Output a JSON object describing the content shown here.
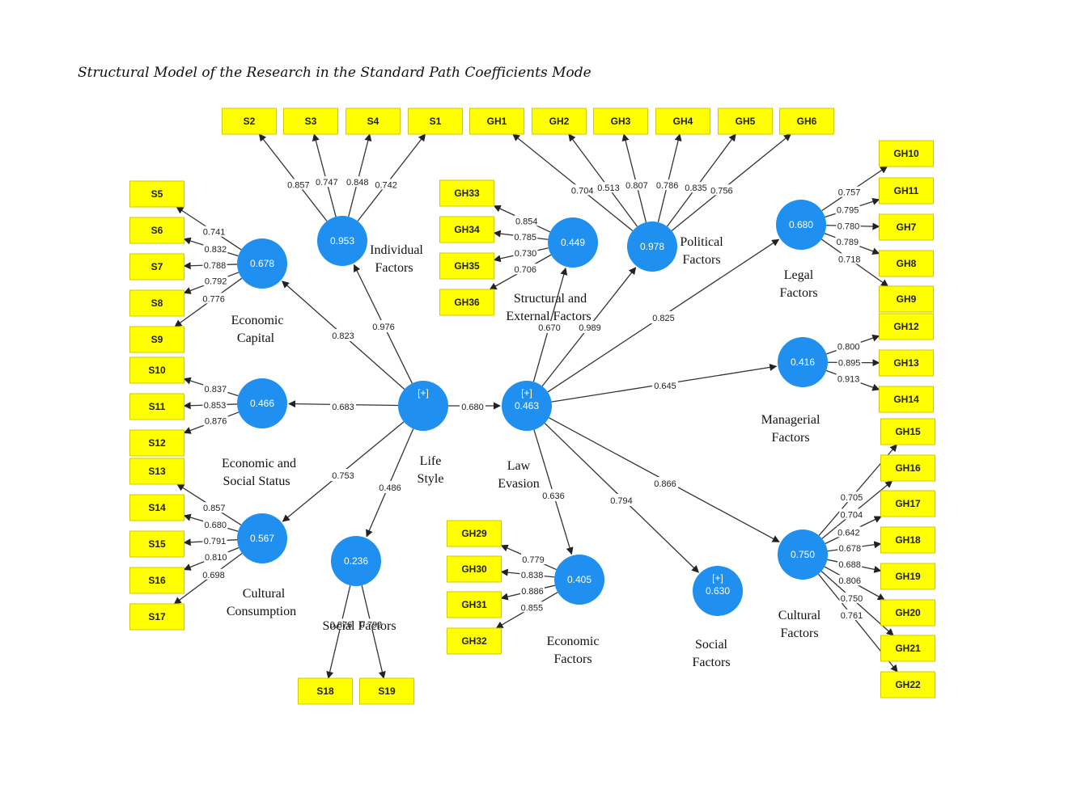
{
  "caption": "Structural Model of the Research in the Standard Path Coefficients Mode",
  "colors": {
    "latent": "#1f8ff0",
    "indicator": "#ffff00",
    "line": "#333333"
  },
  "latents": [
    {
      "id": "lifestyle",
      "value": "",
      "marker": "[+]",
      "name": [
        "Life",
        "Style"
      ]
    },
    {
      "id": "law",
      "value": "0.463",
      "marker": "[+]",
      "name": [
        "Law",
        "Evasion"
      ]
    },
    {
      "id": "econcap",
      "value": "0.678",
      "marker": "",
      "name": [
        "Economic",
        "Capital"
      ]
    },
    {
      "id": "econsoc",
      "value": "0.466",
      "marker": "",
      "name": [
        "Economic and",
        "Social Status"
      ]
    },
    {
      "id": "cultcons",
      "value": "0.567",
      "marker": "",
      "name": [
        "Cultural",
        "Consumption"
      ]
    },
    {
      "id": "indiv",
      "value": "0.953",
      "marker": "",
      "name": [
        "Individual",
        "Factors"
      ]
    },
    {
      "id": "socfac",
      "value": "0.236",
      "marker": "",
      "name": [
        "Social Factors"
      ]
    },
    {
      "id": "struct",
      "value": "0.449",
      "marker": "",
      "name": [
        "Structural and",
        "External Factors"
      ]
    },
    {
      "id": "polit",
      "value": "0.978",
      "marker": "",
      "name": [
        "Political",
        "Factors"
      ]
    },
    {
      "id": "legal",
      "value": "0.680",
      "marker": "",
      "name": [
        "Legal",
        "Factors"
      ]
    },
    {
      "id": "manag",
      "value": "0.416",
      "marker": "",
      "name": [
        "Managerial",
        "Factors"
      ]
    },
    {
      "id": "cultfac",
      "value": "0.750",
      "marker": "",
      "name": [
        "Cultural",
        "Factors"
      ]
    },
    {
      "id": "socfac2",
      "value": "0.630",
      "marker": "[+]",
      "name": [
        "Social",
        "Factors"
      ]
    },
    {
      "id": "econfac",
      "value": "0.405",
      "marker": "",
      "name": [
        "Economic",
        "Factors"
      ]
    }
  ],
  "paths": [
    {
      "from": "lifestyle",
      "to": "econcap",
      "coef": "0.823"
    },
    {
      "from": "lifestyle",
      "to": "indiv",
      "coef": "0.976"
    },
    {
      "from": "lifestyle",
      "to": "econsoc",
      "coef": "0.683"
    },
    {
      "from": "lifestyle",
      "to": "cultcons",
      "coef": "0.753"
    },
    {
      "from": "lifestyle",
      "to": "socfac",
      "coef": "0.486"
    },
    {
      "from": "lifestyle",
      "to": "law",
      "coef": "0.680"
    },
    {
      "from": "law",
      "to": "struct",
      "coef": "0.670"
    },
    {
      "from": "law",
      "to": "polit",
      "coef": "0.989"
    },
    {
      "from": "law",
      "to": "legal",
      "coef": "0.825"
    },
    {
      "from": "law",
      "to": "manag",
      "coef": "0.645"
    },
    {
      "from": "law",
      "to": "cultfac",
      "coef": "0.866"
    },
    {
      "from": "law",
      "to": "socfac2",
      "coef": "0.794"
    },
    {
      "from": "law",
      "to": "econfac",
      "coef": "0.636"
    }
  ],
  "loadings": {
    "econcap": [
      {
        "ind": "S5",
        "coef": "0.741"
      },
      {
        "ind": "S6",
        "coef": "0.832"
      },
      {
        "ind": "S7",
        "coef": "0.788"
      },
      {
        "ind": "S8",
        "coef": "0.792"
      },
      {
        "ind": "S9",
        "coef": "0.776"
      }
    ],
    "econsoc": [
      {
        "ind": "S10",
        "coef": "0.837"
      },
      {
        "ind": "S11",
        "coef": "0.853"
      },
      {
        "ind": "S12",
        "coef": "0.876"
      }
    ],
    "cultcons": [
      {
        "ind": "S13",
        "coef": "0.857"
      },
      {
        "ind": "S14",
        "coef": "0.680"
      },
      {
        "ind": "S15",
        "coef": "0.791"
      },
      {
        "ind": "S16",
        "coef": "0.810"
      },
      {
        "ind": "S17",
        "coef": "0.698"
      }
    ],
    "indiv": [
      {
        "ind": "S2",
        "coef": "0.857"
      },
      {
        "ind": "S3",
        "coef": "0.747"
      },
      {
        "ind": "S4",
        "coef": "0.848"
      },
      {
        "ind": "S1",
        "coef": "0.742"
      }
    ],
    "socfac": [
      {
        "ind": "S18",
        "coef": "0.876"
      },
      {
        "ind": "S19",
        "coef": "0.792"
      }
    ],
    "struct": [
      {
        "ind": "GH33",
        "coef": "0.854"
      },
      {
        "ind": "GH34",
        "coef": "0.785"
      },
      {
        "ind": "GH35",
        "coef": "0.730"
      },
      {
        "ind": "GH36",
        "coef": "0.706"
      }
    ],
    "polit": [
      {
        "ind": "GH1",
        "coef": "0.704"
      },
      {
        "ind": "GH2",
        "coef": "0.513"
      },
      {
        "ind": "GH3",
        "coef": "0.807"
      },
      {
        "ind": "GH4",
        "coef": "0.786"
      },
      {
        "ind": "GH5",
        "coef": "0.835"
      },
      {
        "ind": "GH6",
        "coef": "0.756"
      }
    ],
    "legal": [
      {
        "ind": "GH10",
        "coef": "0.757"
      },
      {
        "ind": "GH11",
        "coef": "0.795"
      },
      {
        "ind": "GH7",
        "coef": "0.780"
      },
      {
        "ind": "GH8",
        "coef": "0.789"
      },
      {
        "ind": "GH9",
        "coef": "0.718"
      }
    ],
    "manag": [
      {
        "ind": "GH12",
        "coef": "0.800"
      },
      {
        "ind": "GH13",
        "coef": "0.895"
      },
      {
        "ind": "GH14",
        "coef": "0.913"
      }
    ],
    "cultfac": [
      {
        "ind": "GH15",
        "coef": "0.705"
      },
      {
        "ind": "GH16",
        "coef": "0.704"
      },
      {
        "ind": "GH17",
        "coef": "0.642"
      },
      {
        "ind": "GH18",
        "coef": "0.678"
      },
      {
        "ind": "GH19",
        "coef": "0.688"
      },
      {
        "ind": "GH20",
        "coef": "0.806"
      },
      {
        "ind": "GH21",
        "coef": "0.750"
      },
      {
        "ind": "GH22",
        "coef": "0.761"
      }
    ],
    "econfac": [
      {
        "ind": "GH29",
        "coef": "0.779"
      },
      {
        "ind": "GH30",
        "coef": "0.838"
      },
      {
        "ind": "GH31",
        "coef": "0.886"
      },
      {
        "ind": "GH32",
        "coef": "0.855"
      }
    ]
  }
}
